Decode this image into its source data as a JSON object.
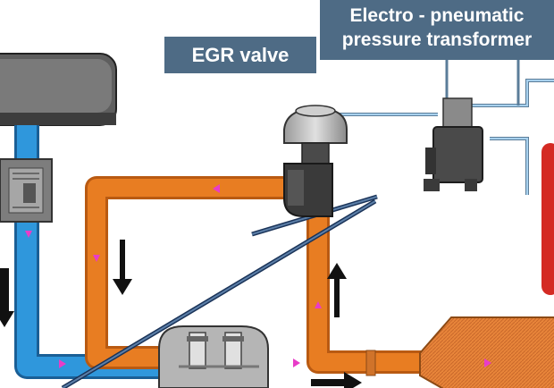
{
  "labels": {
    "egr_valve": "EGR valve",
    "ept_line1": "Electro - pneumatic",
    "ept_line2": "pressure transformer"
  },
  "colors": {
    "label_bg": "#4e6b85",
    "exhaust_pipe": "#e87d22",
    "intake_pipe": "#2f97dc",
    "vacuum_line": "#8ab8da",
    "flow_marker": "#e83cc8",
    "arrow": "#111111"
  },
  "icons": [
    "egr-valve-icon",
    "pressure-transformer-icon",
    "air-filter-icon",
    "turbocharger-icon",
    "catalytic-converter-icon",
    "intake-throttle-icon"
  ]
}
